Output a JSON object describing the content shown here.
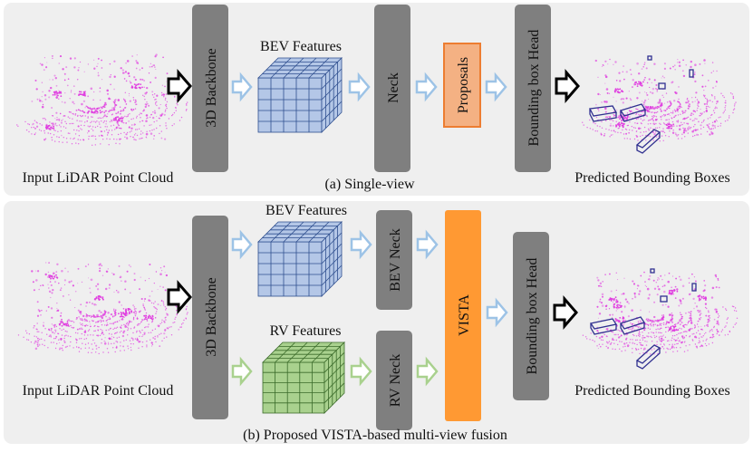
{
  "panel_a": {
    "caption": "(a) Single-view",
    "input_label": "Input LiDAR Point Cloud",
    "output_label": "Predicted Bounding Boxes",
    "backbone": "3D Backbone",
    "features_label": "BEV Features",
    "neck": "Neck",
    "proposals": "Proposals",
    "head": "Bounding box Head"
  },
  "panel_b": {
    "caption": "(b) Proposed VISTA-based multi-view fusion",
    "input_label": "Input LiDAR Point Cloud",
    "output_label": "Predicted Bounding Boxes",
    "backbone": "3D Backbone",
    "bev_features_label": "BEV Features",
    "rv_features_label": "RV Features",
    "bev_neck": "BEV Neck",
    "rv_neck": "RV Neck",
    "fusion": "VISTA",
    "head": "Bounding box Head"
  },
  "colors": {
    "panel_bg": "#efefef",
    "block_gray": "#7f7f7f",
    "proposals_fill": "#f4b183",
    "proposals_stroke": "#ed7d31",
    "vista_fill": "#ff9933",
    "bev_cube": "#b4c7e7",
    "rv_cube": "#a9d18e",
    "arrow_hollow_blue": "#9dc3e6",
    "arrow_hollow_green": "#a9d18e",
    "point_cloud": "#e040e0",
    "bbox": "#303090"
  }
}
